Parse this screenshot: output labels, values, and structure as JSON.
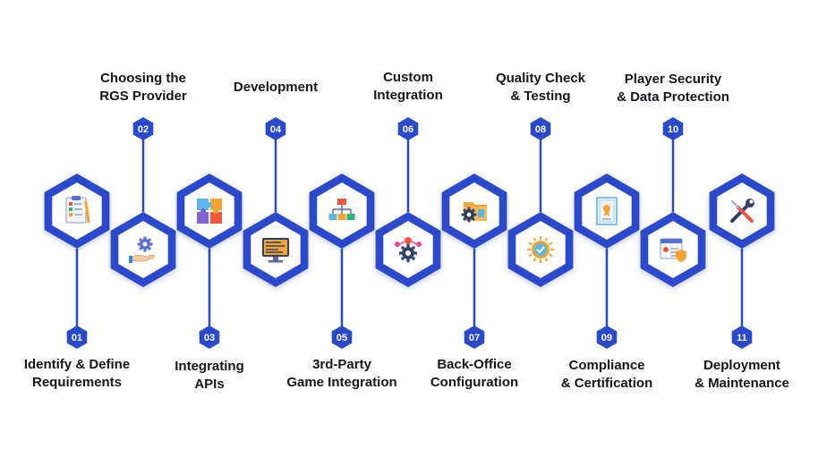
{
  "diagram": {
    "accent_color": "#2b49cc",
    "steps": [
      {
        "number": "01",
        "lines": [
          "Identify & Define",
          "Requirements"
        ],
        "icon": "checklist-icon"
      },
      {
        "number": "02",
        "lines": [
          "Choosing the",
          "RGS Provider"
        ],
        "icon": "hand-gear-icon"
      },
      {
        "number": "03",
        "lines": [
          "Integrating",
          "APIs"
        ],
        "icon": "puzzle-icon"
      },
      {
        "number": "04",
        "lines": [
          "Development"
        ],
        "icon": "code-monitor-icon"
      },
      {
        "number": "05",
        "lines": [
          "3rd-Party",
          "Game Integration"
        ],
        "icon": "hierarchy-icon"
      },
      {
        "number": "06",
        "lines": [
          "Custom",
          "Integration"
        ],
        "icon": "network-gear-icon"
      },
      {
        "number": "07",
        "lines": [
          "Back-Office",
          "Configuration"
        ],
        "icon": "folder-gear-icon"
      },
      {
        "number": "08",
        "lines": [
          "Quality Check",
          "& Testing"
        ],
        "icon": "quality-badge-icon"
      },
      {
        "number": "09",
        "lines": [
          "Compliance",
          "& Certification"
        ],
        "icon": "certificate-icon"
      },
      {
        "number": "10",
        "lines": [
          "Player Security",
          "& Data Protection"
        ],
        "icon": "secure-browser-icon"
      },
      {
        "number": "11",
        "lines": [
          "Deployment",
          "& Maintenance"
        ],
        "icon": "wrench-screwdriver-icon"
      }
    ]
  }
}
